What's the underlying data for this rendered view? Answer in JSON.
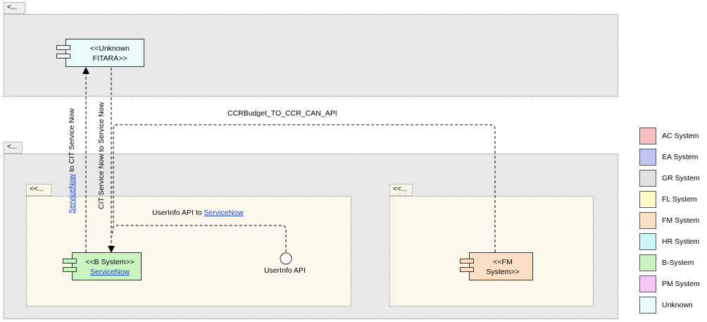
{
  "packages": {
    "top": {
      "tab": "<..."
    },
    "bottom": {
      "tab": "<..."
    },
    "inner_left": {
      "tab": "<<..."
    },
    "inner_right": {
      "tab": "<<..."
    }
  },
  "components": {
    "unknown_fitara": {
      "stereotype_line1": "<<Unknown",
      "stereotype_line2": "FITARA>>",
      "fill": "#e9fbfb"
    },
    "b_system": {
      "stereotype": "<<B System>>",
      "name": "ServiceNow",
      "fill": "#c9f5c1"
    },
    "fm_system": {
      "stereotype_line1": "<<FM",
      "stereotype_line2": "System>>",
      "fill": "#fde0c3"
    }
  },
  "interface": {
    "label": "UserInfo API"
  },
  "connectors": {
    "servicenow_to_cit_prefix": "ServiceNow",
    "servicenow_to_cit_suffix": " to CIT Service Now",
    "cit_to_servicenow": "CIT Service Now to Service Now",
    "ccr_budget": "CCRBudget_TO_CCR_CAN_API",
    "userinfo_to_servicenow_prefix": "UserInfo API to ",
    "userinfo_to_servicenow_link": "ServiceNow"
  },
  "legend": [
    {
      "label": "AC System",
      "color": "#f8c0c0"
    },
    {
      "label": "EA System",
      "color": "#c0c4f4"
    },
    {
      "label": "GR System",
      "color": "#e2e2e2"
    },
    {
      "label": "FL System",
      "color": "#fdfbc6"
    },
    {
      "label": "FM System",
      "color": "#fde0c3"
    },
    {
      "label": "HR System",
      "color": "#c9f7f7"
    },
    {
      "label": "B-System",
      "color": "#c9f5c1"
    },
    {
      "label": "PM System",
      "color": "#f8c6f6"
    },
    {
      "label": "Unknown",
      "color": "#eafbfb"
    }
  ]
}
